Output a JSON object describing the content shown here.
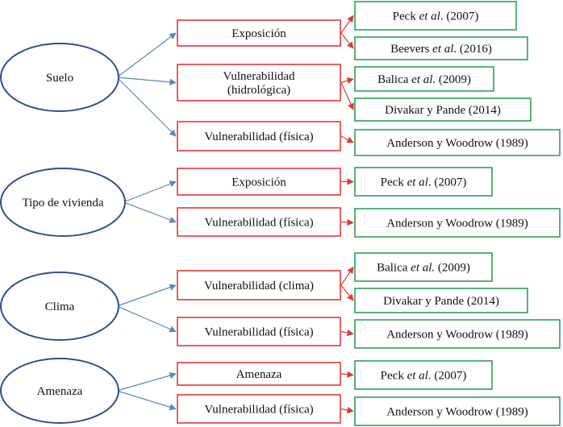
{
  "colors": {
    "oval_stroke": "#2F4F8F",
    "oval_arrow": "#5B87C5",
    "middle_stroke": "#E03A3A",
    "middle_arrow": "#E03A3A",
    "ref_stroke": "#2EA05A"
  },
  "groups": [
    {
      "label": "Suelo",
      "branches": [
        {
          "label": [
            "Exposición"
          ],
          "refs": [
            {
              "parts": [
                {
                  "t": "Peck "
                },
                {
                  "t": "et al",
                  "i": true
                },
                {
                  "t": ". (2007)"
                }
              ]
            },
            {
              "parts": [
                {
                  "t": "Beevers "
                },
                {
                  "t": "et al",
                  "i": true
                },
                {
                  "t": ". (2016)"
                }
              ]
            }
          ]
        },
        {
          "label": [
            "Vulnerabilidad",
            "(hidrológica)"
          ],
          "refs": [
            {
              "parts": [
                {
                  "t": "Balica "
                },
                {
                  "t": "et al.",
                  "i": true
                },
                {
                  "t": " (2009)"
                }
              ]
            },
            {
              "parts": [
                {
                  "t": "Divakar y Pande (2014)"
                }
              ]
            }
          ]
        },
        {
          "label": [
            "Vulnerabilidad (física)"
          ],
          "refs": [
            {
              "parts": [
                {
                  "t": "Anderson y Woodrow (1989)"
                }
              ]
            }
          ]
        }
      ]
    },
    {
      "label": "Tipo de vivienda",
      "branches": [
        {
          "label": [
            "Exposición"
          ],
          "refs": [
            {
              "parts": [
                {
                  "t": "Peck "
                },
                {
                  "t": "et al",
                  "i": true
                },
                {
                  "t": ". (2007)"
                }
              ]
            }
          ]
        },
        {
          "label": [
            "Vulnerabilidad (física)"
          ],
          "refs": [
            {
              "parts": [
                {
                  "t": "Anderson y Woodrow (1989)"
                }
              ]
            }
          ]
        }
      ]
    },
    {
      "label": "Clima",
      "branches": [
        {
          "label": [
            "Vulnerabilidad (clima)"
          ],
          "refs": [
            {
              "parts": [
                {
                  "t": "Balica "
                },
                {
                  "t": "et al.",
                  "i": true
                },
                {
                  "t": " (2009)"
                }
              ]
            },
            {
              "parts": [
                {
                  "t": "Divakar y Pande (2014)"
                }
              ]
            }
          ]
        },
        {
          "label": [
            "Vulnerabilidad (física)"
          ],
          "refs": [
            {
              "parts": [
                {
                  "t": "Anderson y Woodrow (1989)"
                }
              ]
            }
          ]
        }
      ]
    },
    {
      "label": "Amenaza",
      "branches": [
        {
          "label": [
            "Amenaza"
          ],
          "refs": [
            {
              "parts": [
                {
                  "t": "Peck "
                },
                {
                  "t": "et al.",
                  "i": true
                },
                {
                  "t": " (2007)"
                }
              ]
            }
          ]
        },
        {
          "label": [
            "Vulnerabilidad (física)"
          ],
          "refs": [
            {
              "parts": [
                {
                  "t": "Anderson y Woodrow (1989)"
                }
              ]
            }
          ]
        }
      ]
    }
  ]
}
